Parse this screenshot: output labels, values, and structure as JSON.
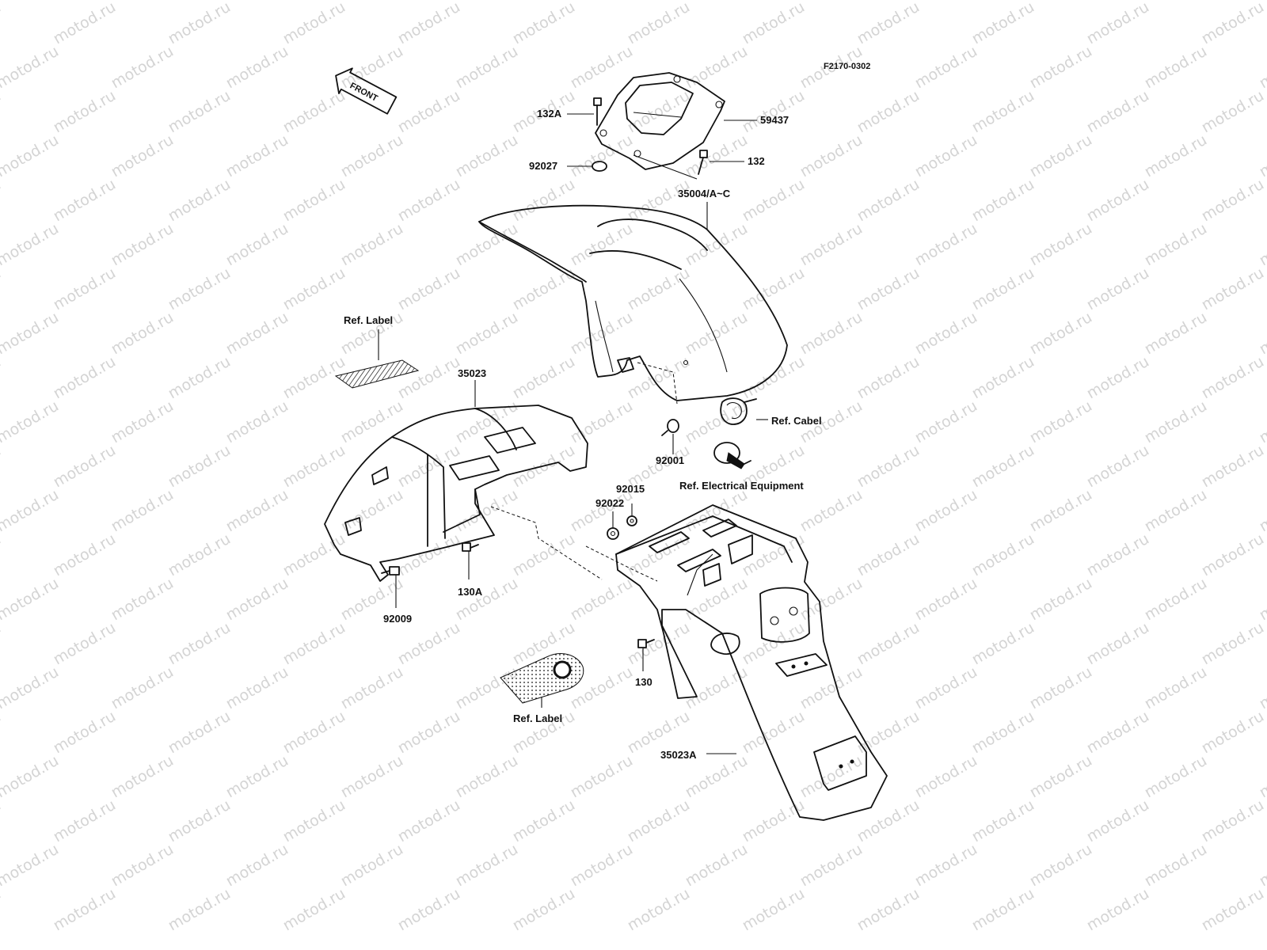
{
  "figure_code": "F2170-0302",
  "front_arrow_text": "FRONT",
  "watermark": "motod.ru",
  "callouts": {
    "c132a": "132A",
    "c59437": "59437",
    "c132": "132",
    "c92027": "92027",
    "c35004": "35004/A~C",
    "ref_label_top": "Ref. Label",
    "c35023": "35023",
    "c92001": "92001",
    "ref_cabel": "Ref. Cabel",
    "ref_electrical": "Ref. Electrical Equipment",
    "c92015": "92015",
    "c92022": "92022",
    "c130a": "130A",
    "c92009": "92009",
    "c130": "130",
    "ref_label_bottom": "Ref. Label",
    "c35023a": "35023A"
  }
}
